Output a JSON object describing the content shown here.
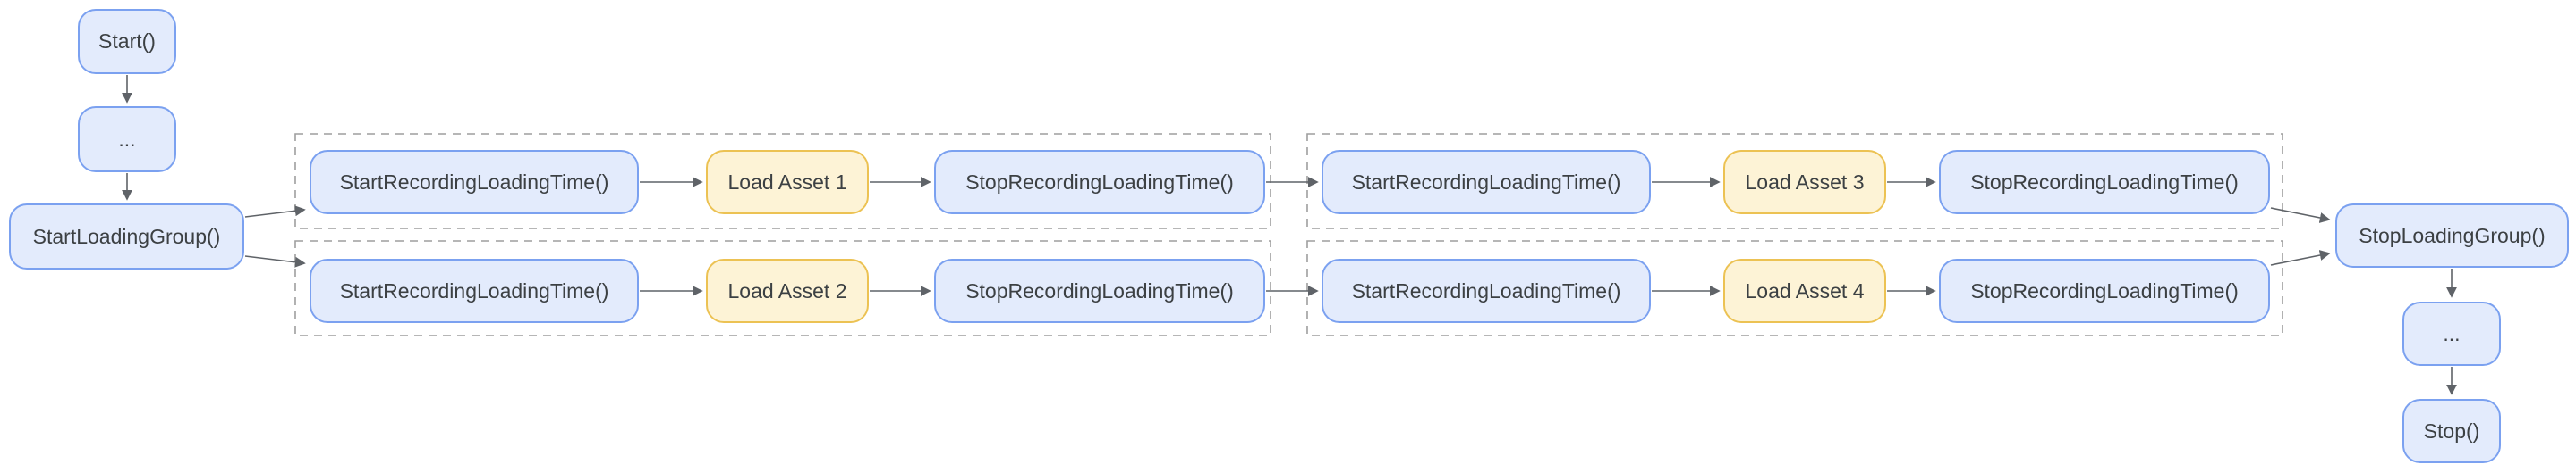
{
  "diagram_type": "flowchart",
  "background": "#ffffff",
  "colors": {
    "node-fill": "#e3ebfc",
    "node-border": "#7ba1f0",
    "asset-fill": "#fdf3d6",
    "asset-border": "#ecc253",
    "text": "#3c4043",
    "connector": "#5f6368",
    "group-border": "#9e9e9e",
    "bg": "#ffffff"
  },
  "nodes": {
    "start": "Start()",
    "ellipsis_top": "...",
    "start_loading_group": "StartLoadingGroup()",
    "start_recording_1": "StartRecordingLoadingTime()",
    "load_asset_1": "Load Asset 1",
    "stop_recording_1": "StopRecordingLoadingTime()",
    "start_recording_2": "StartRecordingLoadingTime()",
    "load_asset_2": "Load Asset 2",
    "stop_recording_2": "StopRecordingLoadingTime()",
    "start_recording_3": "StartRecordingLoadingTime()",
    "load_asset_3": "Load Asset 3",
    "stop_recording_3": "StopRecordingLoadingTime()",
    "start_recording_4": "StartRecordingLoadingTime()",
    "load_asset_4": "Load Asset 4",
    "stop_recording_4": "StopRecordingLoadingTime()",
    "stop_loading_group": "StopLoadingGroup()",
    "ellipsis_bottom": "...",
    "stop": "Stop()"
  },
  "edges": [
    "Start->ellipsis",
    "ellipsis->StartLoadingGroup",
    "StartLoadingGroup->StartRecordingLoadingTime(row1)",
    "StartLoadingGroup->StartRecordingLoadingTime(row2)",
    "StartRecordingLoadingTime->LoadAsset1->StopRecordingLoadingTime",
    "StopRecordingLoadingTime->StartRecordingLoadingTime(row1 stage2)",
    "StartRecordingLoadingTime->LoadAsset3->StopRecordingLoadingTime",
    "StartRecordingLoadingTime->LoadAsset2->StopRecordingLoadingTime",
    "StopRecordingLoadingTime->StartRecordingLoadingTime(row2 stage2)",
    "StartRecordingLoadingTime->LoadAsset4->StopRecordingLoadingTime",
    "StopRecordingLoadingTime(row1)->StopLoadingGroup",
    "StopRecordingLoadingTime(row2)->StopLoadingGroup",
    "StopLoadingGroup->ellipsis",
    "ellipsis->Stop"
  ]
}
